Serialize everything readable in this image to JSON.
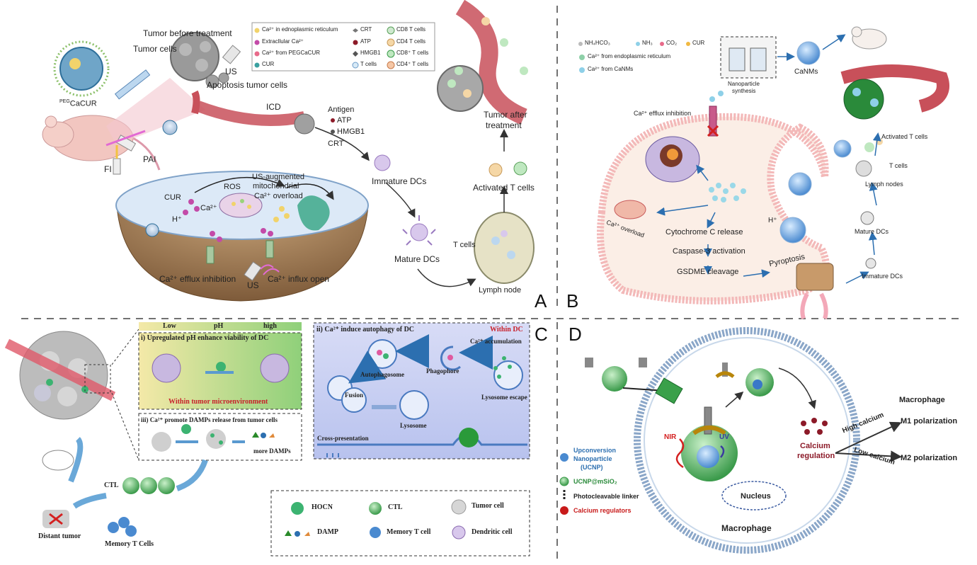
{
  "panels": {
    "a": "A",
    "b": "B",
    "c": "C",
    "d": "D"
  },
  "colors": {
    "tumor_gray": "#9a9a9a",
    "ca_green": "#3cb371",
    "dc_purple": "#b48ad8",
    "vessel_red": "#c8505a",
    "cyto_peach": "#f6d9bf",
    "membrane_blue": "#8aa6c8",
    "pink_ring": "#f4b8c0",
    "ucnp_blue": "#3a78c8",
    "nir_red": "#d42020"
  },
  "A": {
    "tumor_before": "Tumor before treatment",
    "tumor_cells": "Tumor cells",
    "pegcacur": "CaCUR",
    "peg_sup": "PEG",
    "us_top": "US",
    "apoptosis": "Apoptosis tumor cells",
    "pai": "PAI",
    "fi": "FI",
    "icd": "ICD",
    "antigen": "Antigen",
    "atp": "ATP",
    "hmgb1": "HMGB1",
    "crt": "CRT",
    "immature_dcs": "Immature DCs",
    "mature_dcs": "Mature DCs",
    "t_cells": "T cells",
    "lymph_node": "Lymph node",
    "activated_t": "Activated T cells",
    "tumor_after_1": "Tumor after",
    "tumor_after_2": "treatment",
    "cur": "CUR",
    "ca2": "Ca²⁺",
    "hplus": "H⁺",
    "ros": "ROS",
    "us_aug_1": "US-augmented",
    "us_aug_2": "mitochondrial",
    "us_aug_3": "Ca²⁺ overload",
    "efflux": "Ca²⁺ efflux inhibition",
    "us_bottom": "US",
    "influx": "Ca²⁺ influx open",
    "legend": [
      "Ca²⁺ in ednoplasmic reticulum",
      "Extracllular Ca²⁺",
      "Ca²⁺ from PEGCaCUR",
      "CUR",
      "CRT",
      "ATP",
      "HMGB1",
      "T cells",
      "CD8 T cells",
      "CD4 T cells",
      "CD8⁺ T cells",
      "CD4⁺ T cells"
    ]
  },
  "B": {
    "legend": [
      "NH₄HCO₃",
      "NH₃",
      "CO₂",
      "CUR",
      "Ca²⁺ from endoplasmic reticulum",
      "Ca²⁺ from CaNMs"
    ],
    "nano_1": "Nanoparticle",
    "nano_2": "synthesis",
    "canms": "CaNMs",
    "efflux_inh": "Ca²⁺ efflux inhibition",
    "overload": "Ca²⁺ overload",
    "cyto_c": "Cytochrome C release",
    "caspase": "Caspase-3 activation",
    "gsdme": "GSDME cleavage",
    "pyroptosis": "Pyroptosis",
    "hplus": "H⁺",
    "activated_t": "Activated T cells",
    "t_cells": "T cells",
    "lymph_nodes": "Lymph nodes",
    "mature_dcs": "Mature DCs",
    "immature_dcs": "Immature DCs"
  },
  "C": {
    "ph_low": "Low",
    "ph": "pH",
    "ph_high": "high",
    "box_i": "i) Upregulated pH enhance viability of DC",
    "within_tme": "Within tumor microenvironment",
    "box_iii": "iii) Ca²⁺ promote DAMPs  release from tumor cells",
    "more_damps": "more DAMPs",
    "box_ii": "ii) Ca²⁺ induce autophagy of DC",
    "within_dc": "Within DC",
    "ca_accum": "Ca²⁺ accumulation",
    "phagophore": "Phagophore",
    "autophagosome": "Autophagosome",
    "fusion": "Fusion",
    "lysosome": "Lysosome",
    "lys_escape": "Lysosome escape",
    "cross": "Cross-presentation",
    "ctl": "CTL",
    "memory": "Memory T Cells",
    "distant": "Distant tumor",
    "legend": [
      "HOCN",
      "CTL",
      "Tumor cell",
      "DAMP",
      "Memory T cell",
      "Dendritic cell"
    ]
  },
  "D": {
    "nir": "NIR",
    "uv": "UV",
    "calcium_reg_1": "Calcium",
    "calcium_reg_2": "regulation",
    "high_ca": "High calcium",
    "low_ca": "Low calcium",
    "m1": "M1 polarization",
    "m2": "M2 polarization",
    "macrophage_top": "Macrophage",
    "nucleus": "Nucleus",
    "macrophage_bottom": "Macrophage",
    "leg_ucnp_1": "Upconversion",
    "leg_ucnp_2": "Nanoparticle",
    "leg_ucnp_3": "(UCNP)",
    "leg_ucnp_msio2": "UCNP@mSiO₂",
    "leg_linker": "Photocleavable linker",
    "leg_regs": "Calcium regulators"
  }
}
